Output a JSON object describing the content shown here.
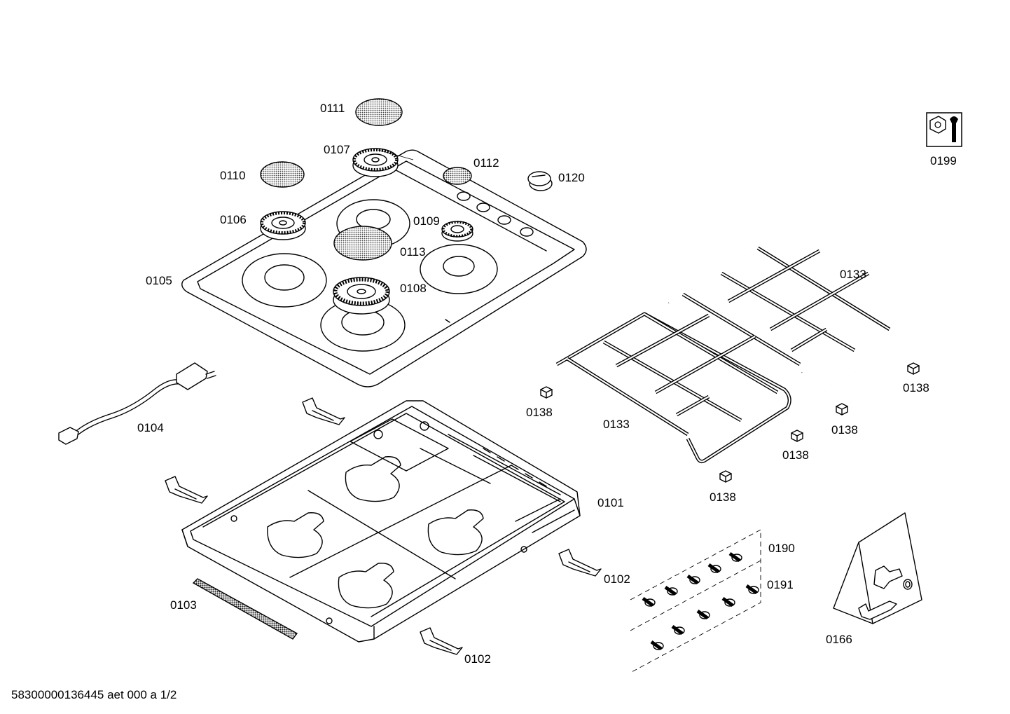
{
  "footer": "58300000136445 aet 000 a 1/2",
  "parts": {
    "p0111": "0111",
    "p0107": "0107",
    "p0112": "0112",
    "p0120": "0120",
    "p0110": "0110",
    "p0106": "0106",
    "p0109": "0109",
    "p0113": "0113",
    "p0105": "0105",
    "p0108": "0108",
    "p0199": "0199",
    "p0133a": "0133",
    "p0133b": "0133",
    "p0138a": "0138",
    "p0138b": "0138",
    "p0138c": "0138",
    "p0138d": "0138",
    "p0138e": "0138",
    "p0104": "0104",
    "p0101": "0101",
    "p0102a": "0102",
    "p0102b": "0102",
    "p0103": "0103",
    "p0190": "0190",
    "p0191": "0191",
    "p0166": "0166"
  },
  "icons": {
    "service": "wrench-nut-icon"
  }
}
